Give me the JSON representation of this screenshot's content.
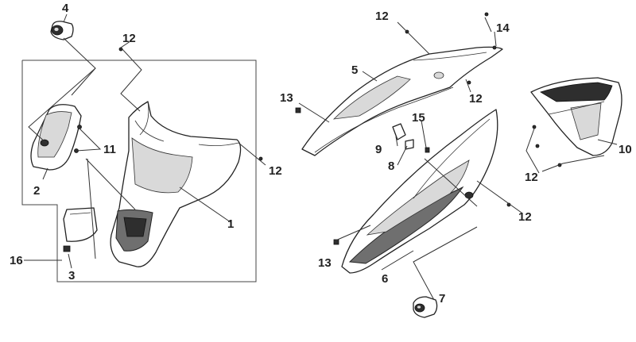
{
  "callouts": {
    "c1": "1",
    "c2": "2",
    "c3": "3",
    "c4": "4",
    "c5": "5",
    "c6": "6",
    "c7": "7",
    "c8": "8",
    "c9": "9",
    "c10": "10",
    "c11": "11",
    "c12a": "12",
    "c12b": "12",
    "c12c": "12",
    "c12d": "12",
    "c12e": "12",
    "c12f": "12",
    "c13a": "13",
    "c13b": "13",
    "c14": "14",
    "c15": "15",
    "c16": "16"
  }
}
